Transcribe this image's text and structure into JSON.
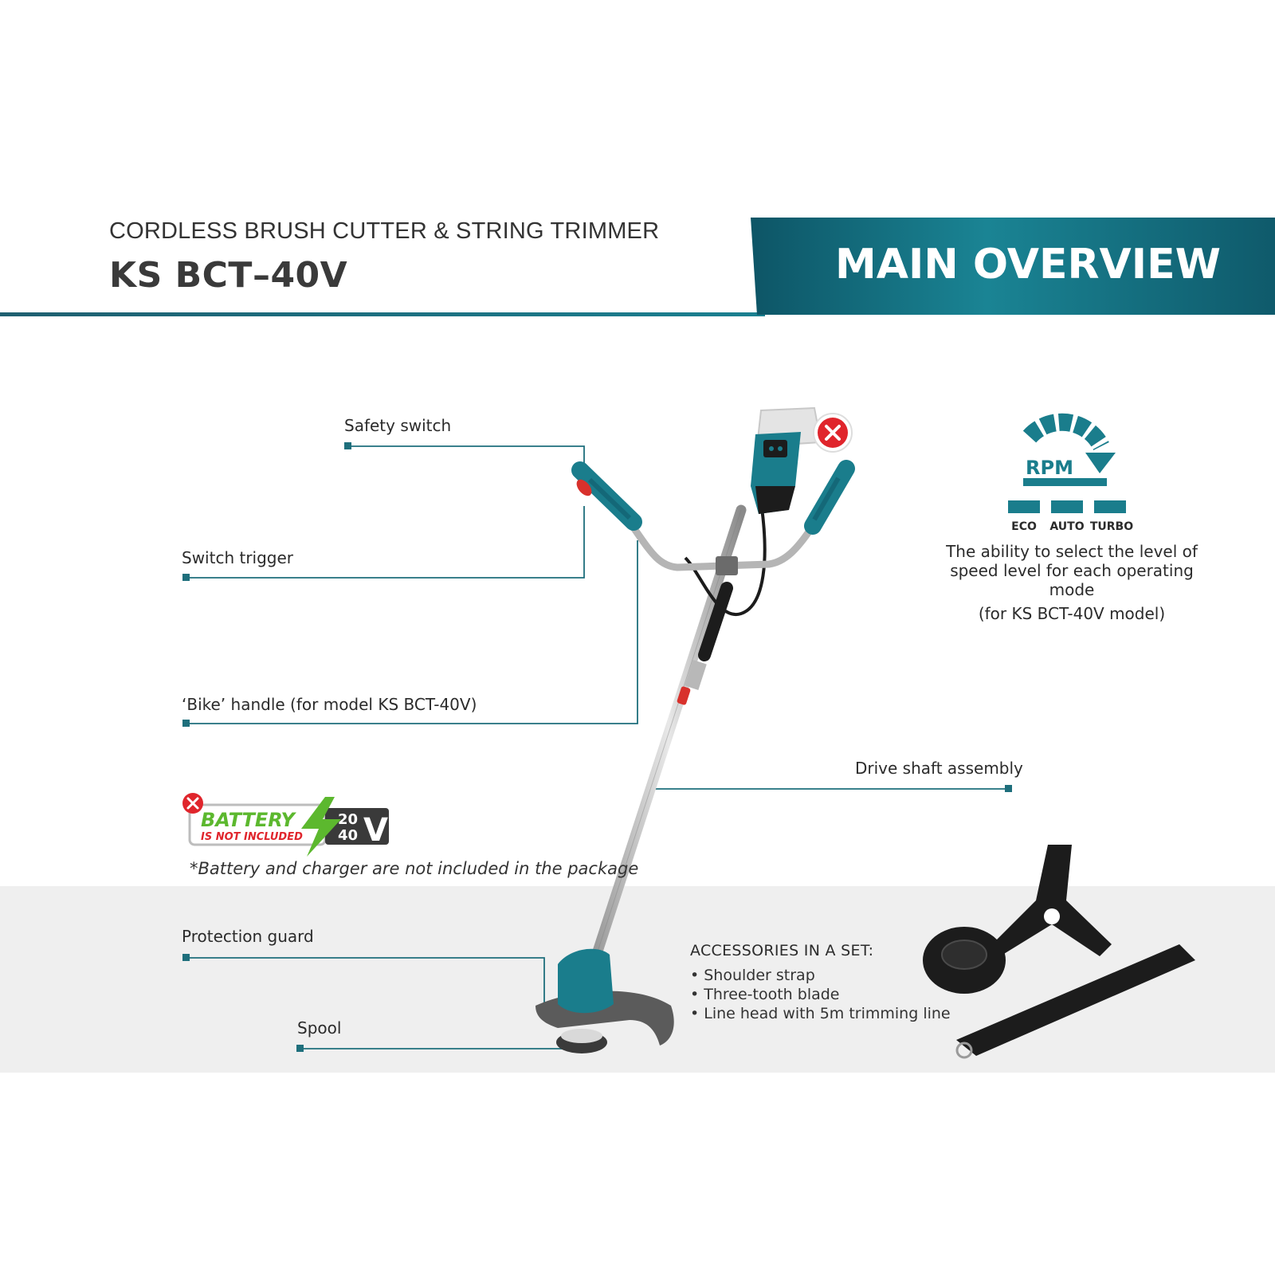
{
  "header": {
    "subtitle": "CORDLESS BRUSH CUTTER & STRING TRIMMER",
    "model": "KS BCT–40V",
    "banner_title": "MAIN OVERVIEW"
  },
  "callouts": {
    "safety_switch": "Safety switch",
    "switch_trigger": "Switch trigger",
    "bike_handle": "‘Bike’ handle (for model KS BCT-40V)",
    "drive_shaft": "Drive shaft assembly",
    "protection_guard": "Protection guard",
    "spool": "Spool"
  },
  "rpm": {
    "icon_label": "RPM",
    "modes": [
      "ECO",
      "AUTO",
      "TURBO"
    ],
    "description": "The ability to select the level of speed level for each operating mode",
    "note": "(for KS BCT-40V model)"
  },
  "battery": {
    "badge_word": "BATTERY",
    "badge_sub": "IS NOT INCLUDED",
    "voltage_top": "20",
    "voltage_bottom": "40",
    "voltage_unit": "V",
    "note": "*Battery and charger are not included in the package"
  },
  "accessories": {
    "heading": "ACCESSORIES IN A SET:",
    "items": [
      "Shoulder strap",
      "Three-tooth blade",
      "Line head with 5m trimming line"
    ]
  },
  "colors": {
    "teal": "#1a7d8c",
    "teal_dark": "#0f5566",
    "line": "#1e6f7c",
    "band": "#efefef",
    "green": "#5cb82e",
    "red": "#e0252c"
  }
}
